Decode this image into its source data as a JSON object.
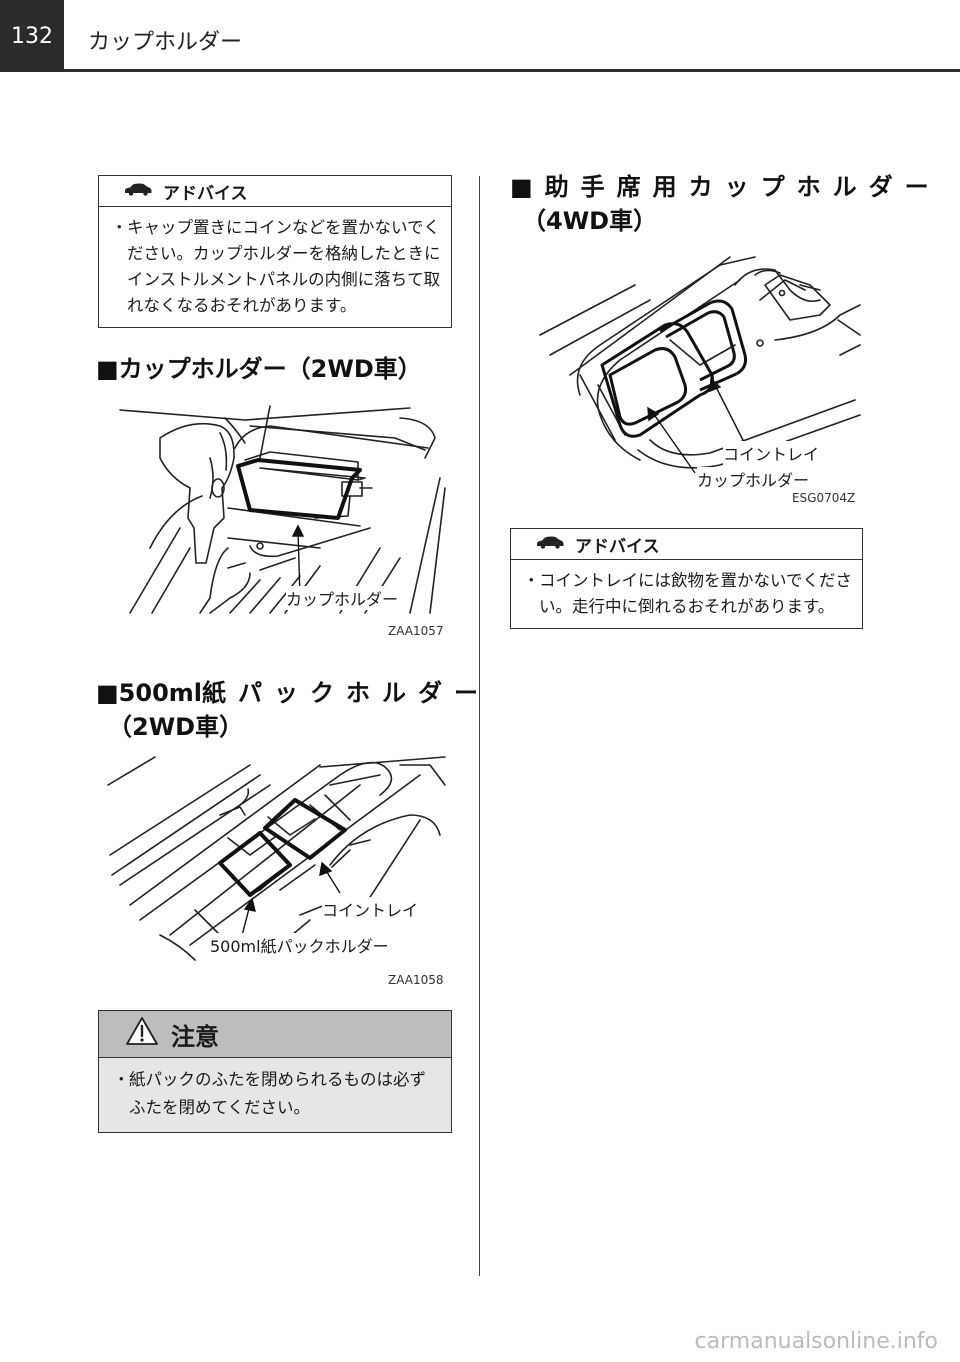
{
  "header": {
    "page_number": "132",
    "chapter_title": "カップホルダー"
  },
  "advice_top": {
    "title": "アドバイス",
    "bullet": "・",
    "text": "キャップ置きにコインなどを置かないでください。カップホルダーを格納したときにインストルメントパネルの内側に落ちて取れなくなるおそれがあります。"
  },
  "section_2wd_cup": {
    "heading": "■カップホルダー（2WD車）"
  },
  "figure_1": {
    "label": "カップホルダー",
    "code": "ZAA1057"
  },
  "section_pack": {
    "heading_prefix": "■500ml",
    "heading_spaced": "紙パックホルダー",
    "heading_sub": "（2WD車）"
  },
  "figure_2": {
    "label_tray": "コイントレイ",
    "label_pack": "500ml紙パックホルダー",
    "code": "ZAA1058"
  },
  "caution": {
    "title": "注意",
    "bullet": "・",
    "text": "紙パックのふたを閉められるものは必ずふたを閉めてください。"
  },
  "section_passenger": {
    "heading_spaced": "■助手席用カップホルダー",
    "heading_sub": "（4WD車）"
  },
  "figure_3": {
    "label_tray": "コイントレイ",
    "label_cup": "カップホルダー",
    "code": "ESG0704Z"
  },
  "advice_right": {
    "title": "アドバイス",
    "bullet": "・",
    "text": "コイントレイには飲物を置かないでください。走行中に倒れるおそれがあります。"
  },
  "watermark": "carmanualsonline.info",
  "icons": {
    "advice": "car-icon",
    "caution": "warning-triangle-icon"
  },
  "colors": {
    "header_block": "#2b2b2b",
    "caution_head": "#bdbdbd",
    "caution_body": "#e6e6e6"
  }
}
